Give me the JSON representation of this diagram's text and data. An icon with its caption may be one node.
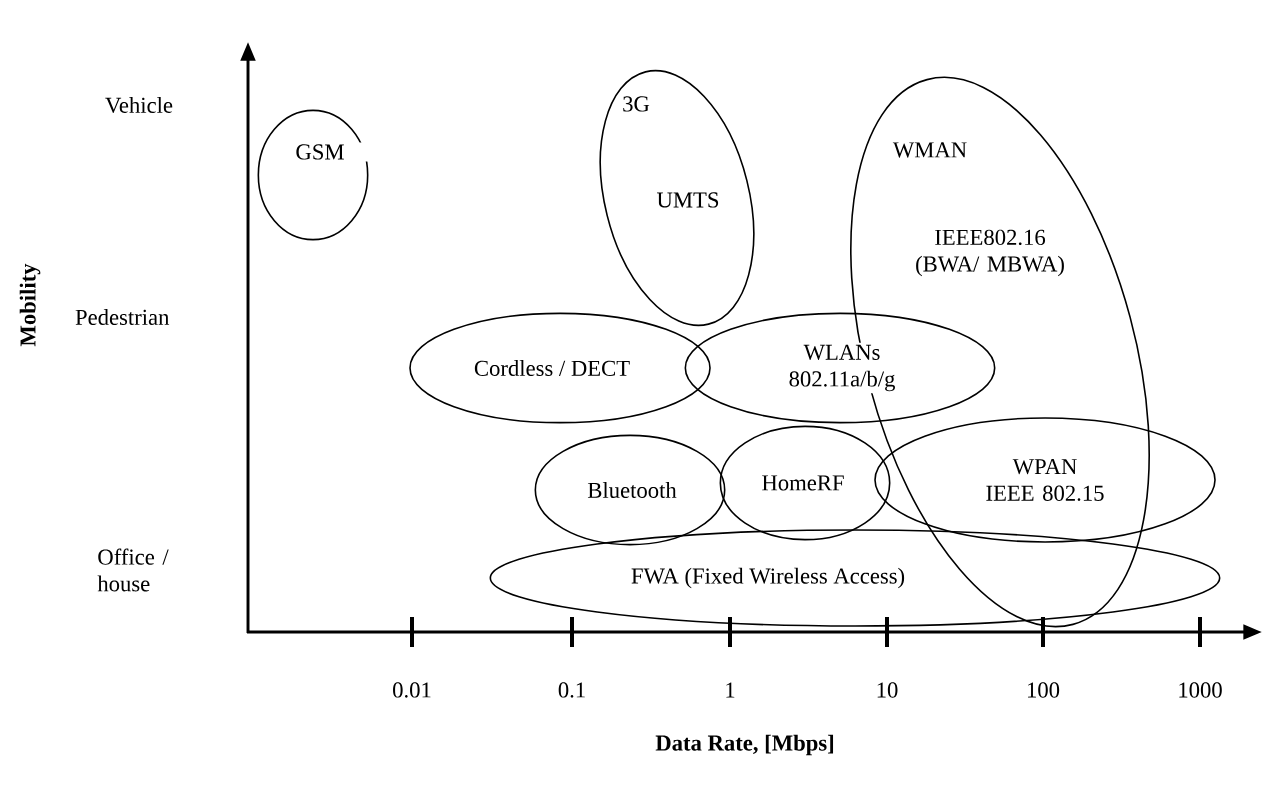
{
  "diagram": {
    "nodes": [
      {
        "text": [
          "GSM"
        ]
      },
      {
        "text": [
          "3G",
          "UMTS"
        ]
      },
      {
        "text": [
          "WMAN",
          "IEEE802.16 (BWA/ MBWA)"
        ]
      },
      {
        "text": [
          "Cordless / DECT"
        ]
      },
      {
        "text": [
          "WLANs 802.11a/b/g"
        ]
      },
      {
        "text": [
          "Bluetooth"
        ]
      },
      {
        "text": [
          "HomeRF"
        ]
      },
      {
        "text": [
          "WPAN IEEE 802.15"
        ]
      },
      {
        "text": [
          "FWA (Fixed Wireless Access)"
        ]
      }
    ],
    "edges": [],
    "labels": [
      "Vehicle",
      "Pedestrian",
      "Office / house",
      "Mobility",
      "0.01",
      "0.1",
      "1",
      "10",
      "100",
      "1000",
      "Data Rate, [Mbps]"
    ]
  }
}
